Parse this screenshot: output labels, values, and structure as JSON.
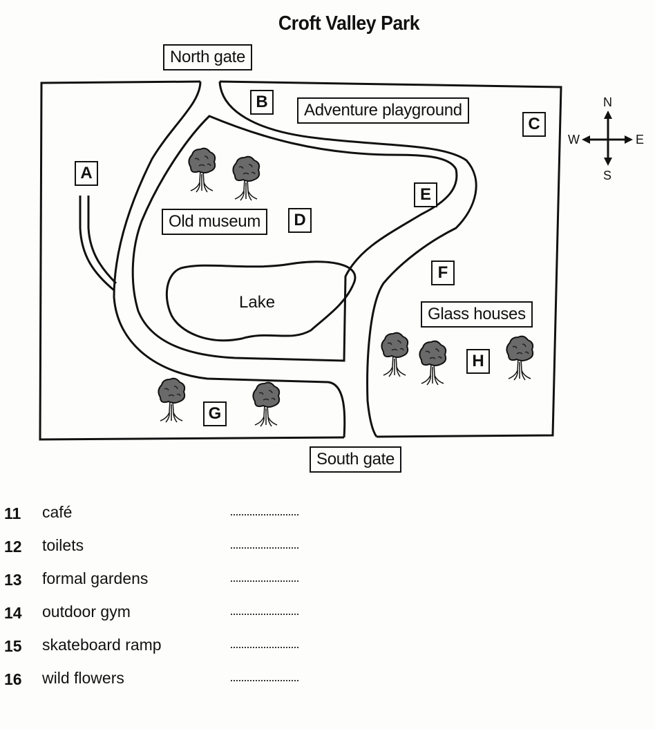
{
  "title": "Croft Valley Park",
  "map": {
    "gates": {
      "north": "North gate",
      "south": "South gate"
    },
    "places": {
      "adventure_playground": "Adventure playground",
      "old_museum": "Old museum",
      "lake": "Lake",
      "glass_houses": "Glass houses"
    },
    "letters": [
      "A",
      "B",
      "C",
      "D",
      "E",
      "F",
      "G",
      "H"
    ],
    "compass": {
      "north": "N",
      "south": "S",
      "east": "E",
      "west": "W"
    }
  },
  "questions": [
    {
      "number": "11",
      "text": "café",
      "answer": ""
    },
    {
      "number": "12",
      "text": "toilets",
      "answer": ""
    },
    {
      "number": "13",
      "text": "formal gardens",
      "answer": ""
    },
    {
      "number": "14",
      "text": "outdoor gym",
      "answer": ""
    },
    {
      "number": "15",
      "text": "skateboard ramp",
      "answer": ""
    },
    {
      "number": "16",
      "text": "wild flowers",
      "answer": ""
    }
  ]
}
